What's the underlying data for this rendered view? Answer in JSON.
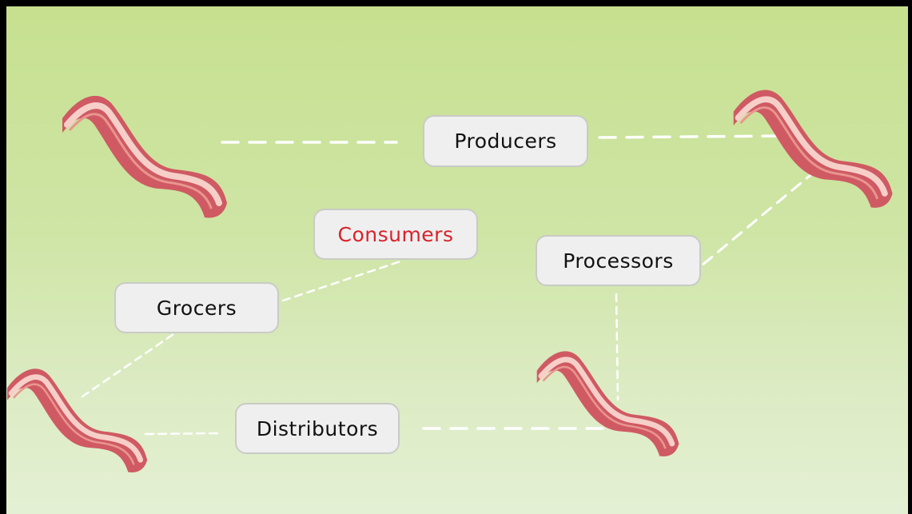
{
  "diagram": {
    "nodes": [
      {
        "id": "producers",
        "label": "Producers",
        "highlight": false
      },
      {
        "id": "consumers",
        "label": "Consumers",
        "highlight": true
      },
      {
        "id": "processors",
        "label": "Processors",
        "highlight": false
      },
      {
        "id": "grocers",
        "label": "Grocers",
        "highlight": false
      },
      {
        "id": "distributors",
        "label": "Distributors",
        "highlight": false
      }
    ],
    "connections": [
      [
        "bacon-top-left",
        "producers"
      ],
      [
        "producers",
        "bacon-top-right"
      ],
      [
        "bacon-top-right",
        "processors"
      ],
      [
        "processors",
        "bacon-bottom-right"
      ],
      [
        "bacon-bottom-right",
        "distributors"
      ],
      [
        "distributors",
        "bacon-bottom-left"
      ],
      [
        "bacon-bottom-left",
        "grocers"
      ],
      [
        "grocers",
        "consumers"
      ]
    ],
    "icons": [
      "bacon-icon",
      "bacon-icon",
      "bacon-icon",
      "bacon-icon"
    ],
    "colors": {
      "highlight_text": "#d9222a",
      "node_fill": "#efefef",
      "connector": "#ffffff"
    }
  }
}
